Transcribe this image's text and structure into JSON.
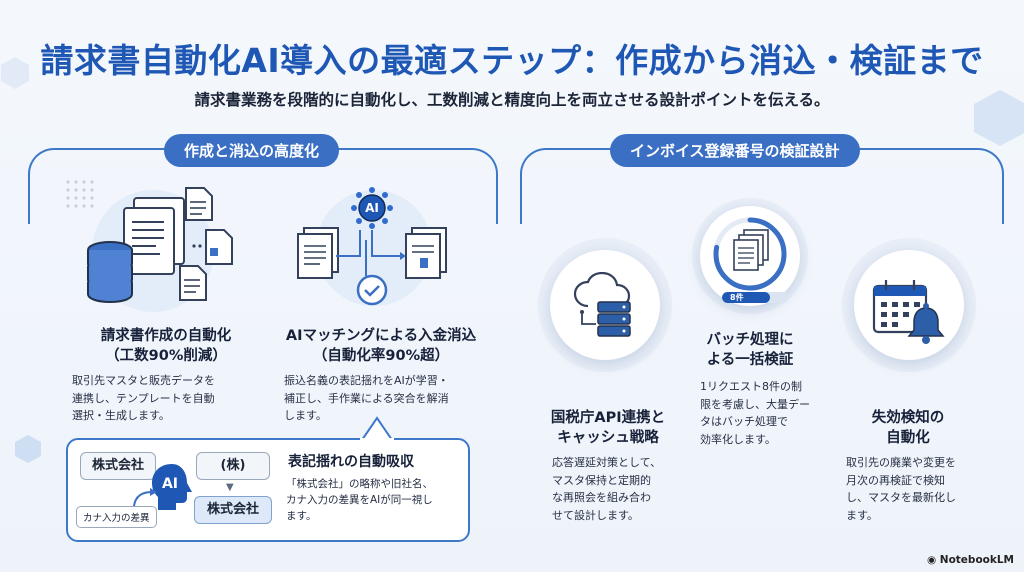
{
  "title": "請求書自動化AI導入の最適ステップ：作成から消込・検証まで",
  "subtitle": "請求書業務を段階的に自動化し、工数削減と精度向上を両立させる設計ポイントを伝える。",
  "left_section": {
    "pill": "作成と消込の高度化",
    "card1": {
      "heading_line1": "請求書作成の自動化",
      "heading_line2": "（工数90%削減）",
      "body": [
        "取引先マスタと販売データを",
        "連携し、テンプレートを自動",
        "選択・生成します。"
      ]
    },
    "card2": {
      "icon_label": "AI",
      "heading_line1": "AIマッチングによる入金消込",
      "heading_line2": "（自動化率90%超）",
      "body": [
        "振込名義の表記揺れをAIが学習・",
        "補正し、手作業による突合を解消",
        "します。"
      ]
    },
    "callout": {
      "tag_left": "株式会社",
      "tag_right_top": "(株)",
      "tag_right_bottom": "株式会社",
      "ai_label": "AI",
      "small_tag": "カナ入力の差異",
      "heading": "表記揺れの自動吸収",
      "body": [
        "「株式会社」の略称や旧社名、",
        "カナ入力の差異をAIが同一視し",
        "ます。"
      ]
    }
  },
  "right_section": {
    "pill": "インボイス登録番号の検証設計",
    "item1": {
      "heading_line1": "国税庁API連携と",
      "heading_line2": "キャッシュ戦略",
      "body": [
        "応答遅延対策として、",
        "マスタ保持と定期的",
        "な再照会を組み合わ",
        "せて設計します。"
      ]
    },
    "item2": {
      "progress_label": "8件",
      "progress_fraction": 0.72,
      "heading_line1": "バッチ処理に",
      "heading_line2": "よる一括検証",
      "body": [
        "1リクエスト8件の制",
        "限を考慮し、大量デー",
        "タはバッチ処理で",
        "効率化します。"
      ]
    },
    "item3": {
      "heading_line1": "失効検知の",
      "heading_line2": "自動化",
      "body": [
        "取引先の廃業や変更を",
        "月次の再検証で検知",
        "し、マスタを最新化し",
        "ます。"
      ]
    }
  },
  "brand": "NotebookLM",
  "colors": {
    "accent": "#1f57b5",
    "pill": "#3a6fc4",
    "frame": "#3e78c9"
  }
}
